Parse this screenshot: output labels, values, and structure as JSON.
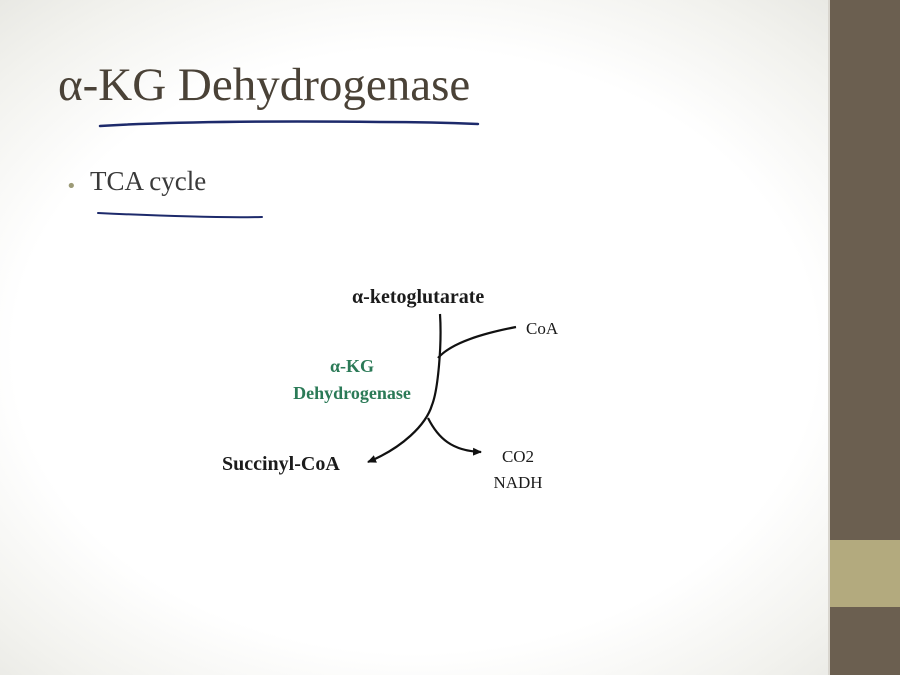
{
  "slide": {
    "title": "α-KG Dehydrogenase",
    "bullet": "TCA cycle"
  },
  "diagram": {
    "substrate": "α-ketoglutarate",
    "cofactor_in": "CoA",
    "enzyme_line1": "α-KG",
    "enzyme_line2": "Dehydrogenase",
    "product": "Succinyl-CoA",
    "byproduct1": "CO2",
    "byproduct2": "NADH"
  },
  "colors": {
    "title": "#4a4237",
    "enzyme": "#2b7a57",
    "annotation_ink": "#1d2a6b",
    "sidebar": "#6b5f50",
    "sidebar_band": "#b3aa7e"
  }
}
